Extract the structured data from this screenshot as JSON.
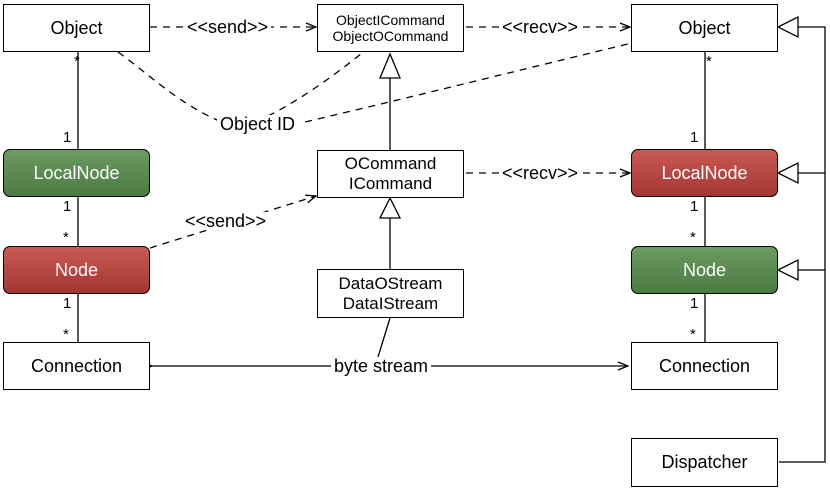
{
  "boxes": {
    "object_left": "Object",
    "object_right": "Object",
    "object_icommand": "ObjectICommand",
    "object_ocommand": "ObjectOCommand",
    "ocommand": "OCommand",
    "icommand": "ICommand",
    "localnode_left": "LocalNode",
    "localnode_right": "LocalNode",
    "node_left": "Node",
    "node_right": "Node",
    "data_ostream": "DataOStream",
    "data_istream": "DataIStream",
    "connection_left": "Connection",
    "connection_right": "Connection",
    "dispatcher": "Dispatcher"
  },
  "labels": {
    "send_top": "<<send>>",
    "recv_top": "<<recv>>",
    "recv_mid": "<<recv>>",
    "send_mid": "<<send>>",
    "object_id": "Object ID",
    "byte_stream": "byte stream"
  },
  "multiplicities": {
    "star": "*",
    "one": "1"
  },
  "colors": {
    "green_node": "#5a8a50",
    "red_node": "#b84540"
  }
}
